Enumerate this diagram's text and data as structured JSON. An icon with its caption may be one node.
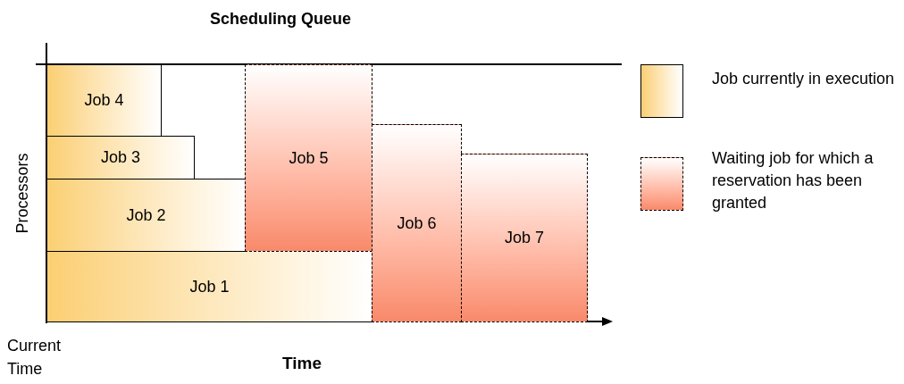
{
  "diagram": {
    "title": "Scheduling Queue",
    "nodes": [
      {
        "text": [
          "Job 4"
        ]
      },
      {
        "text": [
          "Job 3"
        ]
      },
      {
        "text": [
          "Job 2"
        ]
      },
      {
        "text": [
          "Job 1"
        ]
      },
      {
        "text": [
          "Job 5"
        ]
      },
      {
        "text": [
          "Job 6"
        ]
      },
      {
        "text": [
          "Job 7"
        ]
      }
    ],
    "labels": [
      "Processors",
      "Current Time",
      "Time"
    ],
    "legend": [
      {
        "text": "Job currently in execution"
      },
      {
        "text": "Waiting job for which a reservation has been granted"
      }
    ]
  }
}
